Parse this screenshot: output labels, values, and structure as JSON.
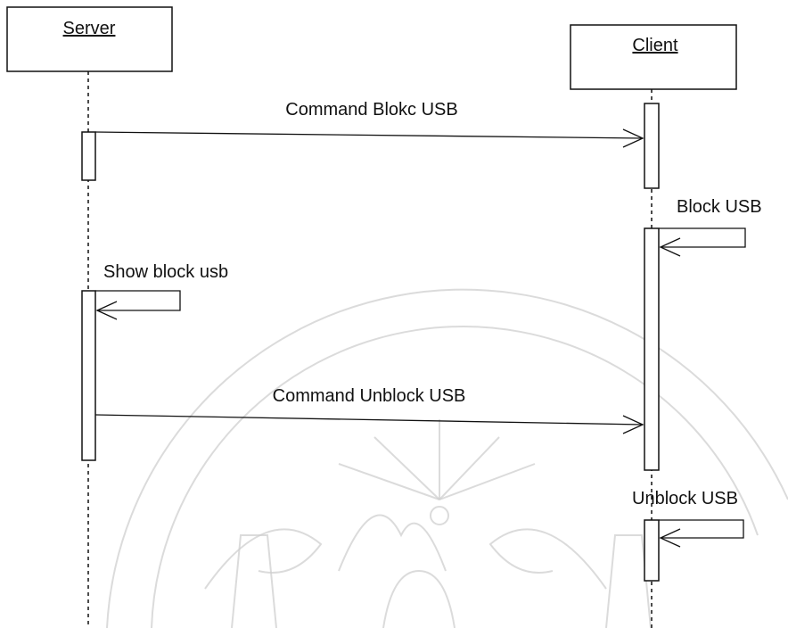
{
  "participants": {
    "server": {
      "name": "Server"
    },
    "client": {
      "name": "Client"
    }
  },
  "messages": [
    {
      "from": "server",
      "to": "client",
      "label": "Command Blokc USB"
    },
    {
      "from": "client",
      "to": "client",
      "label": "Block USB"
    },
    {
      "from": "server",
      "to": "server",
      "label": "Show block usb"
    },
    {
      "from": "server",
      "to": "client",
      "label": "Command Unblock USB"
    },
    {
      "from": "client",
      "to": "client",
      "label": "Unblock USB"
    }
  ],
  "watermark": {
    "type": "emblem",
    "color": "#cfcfcf"
  }
}
